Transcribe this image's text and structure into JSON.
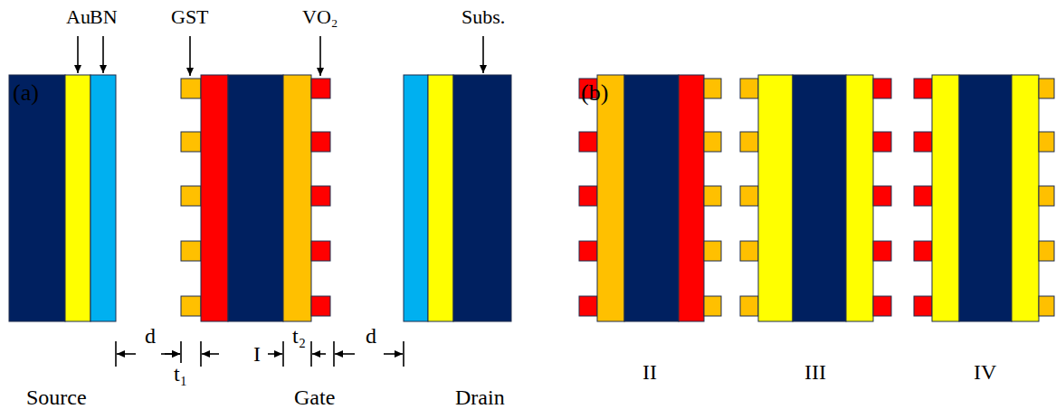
{
  "diagram": {
    "labels": [
      "(a)",
      "Au",
      "BN",
      "GST",
      "VO₂",
      "Subs.",
      "(b)",
      "d",
      "t₁",
      "I",
      "t₂",
      "d",
      "Source",
      "Gate",
      "Drain",
      "II",
      "III",
      "IV"
    ]
  }
}
